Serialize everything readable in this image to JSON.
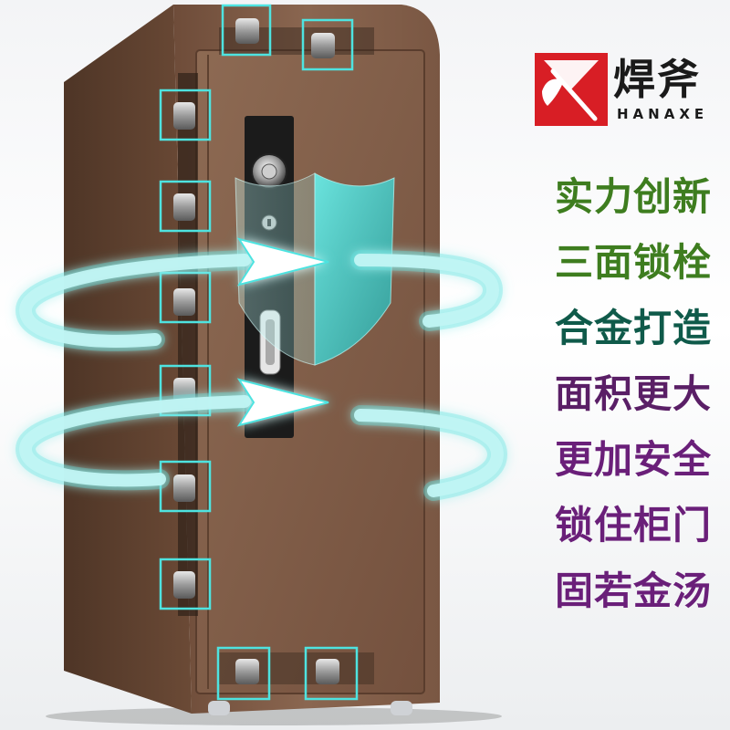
{
  "brand": {
    "name_cn": "焊斧",
    "name_en": "HANAXE",
    "logo_color": "#d81e25",
    "logo_icon": "axe-icon"
  },
  "slogans": [
    {
      "text": "实力创新",
      "color": "#3e7d1f"
    },
    {
      "text": "三面锁栓",
      "color": "#3e7d1f"
    },
    {
      "text": "合金打造",
      "color": "#0f5a4a"
    },
    {
      "text": "面积更大",
      "color": "#5a1f66"
    },
    {
      "text": "更加安全",
      "color": "#6a1f79"
    },
    {
      "text": "锁住柜门",
      "color": "#6a1f79"
    },
    {
      "text": "固若金汤",
      "color": "#6a1f79"
    }
  ],
  "product": {
    "cabinet_color": "#7a5540",
    "highlight_color": "#4ee3e0",
    "shield_icon": "shield-icon",
    "dial_icon": "combination-dial-icon",
    "keyhole_icon": "keyhole-icon",
    "handle_icon": "handle-icon",
    "arrow_icon": "rotate-arrow-icon",
    "bolt_icon": "lock-bolt-icon"
  }
}
